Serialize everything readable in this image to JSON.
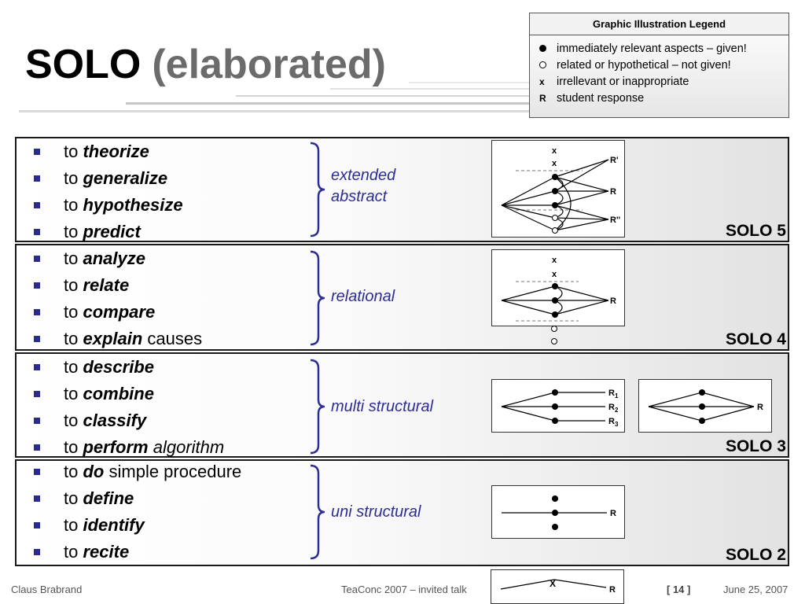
{
  "title": {
    "main": "SOLO",
    "sub": "(elaborated)"
  },
  "legend": {
    "header": "Graphic Illustration Legend",
    "items": [
      {
        "icon": "filled-dot-icon",
        "text": "immediately relevant aspects – given!"
      },
      {
        "icon": "open-circle-icon",
        "text": "related or hypothetical – not given!"
      },
      {
        "symbol": "x",
        "icon": "x-icon",
        "text": "irrellevant or inappropriate"
      },
      {
        "symbol": "R",
        "icon": "r-icon",
        "text": "student response"
      }
    ]
  },
  "levels": [
    {
      "label": "SOLO 5",
      "category": [
        "extended",
        "abstract"
      ],
      "items": [
        {
          "pre": "to",
          "verb": "theorize",
          "rest": ""
        },
        {
          "pre": "to",
          "verb": "generalize",
          "rest": ""
        },
        {
          "pre": "to",
          "verb": "hypothesize",
          "rest": ""
        },
        {
          "pre": "to",
          "verb": "predict",
          "rest": ""
        }
      ],
      "diagram": {
        "x": [
          "x",
          "x"
        ],
        "r": [
          "R'",
          "R",
          "R''"
        ]
      }
    },
    {
      "label": "SOLO 4",
      "category": [
        "relational"
      ],
      "items": [
        {
          "pre": "to",
          "verb": "analyze",
          "rest": ""
        },
        {
          "pre": "to",
          "verb": "relate",
          "rest": ""
        },
        {
          "pre": "to",
          "verb": "compare",
          "rest": ""
        },
        {
          "pre": "to",
          "verb": "explain",
          "rest": "causes"
        }
      ],
      "diagram": {
        "x": [
          "x",
          "x"
        ],
        "r": [
          "R"
        ]
      }
    },
    {
      "label": "SOLO 3",
      "category": [
        "multi structural"
      ],
      "items": [
        {
          "pre": "to",
          "verb": "describe",
          "rest": ""
        },
        {
          "pre": "to",
          "verb": "combine",
          "rest": ""
        },
        {
          "pre": "to",
          "verb": "classify",
          "rest": ""
        },
        {
          "pre": "to",
          "verb": "perform",
          "rest": "algorithm",
          "rest_italic": true
        }
      ],
      "diagram": {
        "r": [
          "R",
          "R",
          "R"
        ],
        "subs": [
          "1",
          "2",
          "3"
        ],
        "r2": "R"
      }
    },
    {
      "label": "SOLO 2",
      "category": [
        "uni structural"
      ],
      "items": [
        {
          "pre": "to",
          "verb": "do",
          "rest": "simple procedure"
        },
        {
          "pre": "to",
          "verb": "define",
          "rest": ""
        },
        {
          "pre": "to",
          "verb": "identify",
          "rest": ""
        },
        {
          "pre": "to",
          "verb": "recite",
          "rest": ""
        }
      ],
      "diagram": {
        "r": [
          "R"
        ]
      }
    }
  ],
  "bottom_diagram": {
    "x": "X",
    "r": "R"
  },
  "footer": {
    "author": "Claus Brabrand",
    "talk": "TeaConc 2007 – invited talk",
    "page": "[ 14 ]",
    "date": "June 25, 2007"
  },
  "colors": {
    "bullet": "#2b2b8f",
    "category": "#2d2d96",
    "brace": "#2d2d96",
    "title_sub": "#6b6b6b"
  }
}
